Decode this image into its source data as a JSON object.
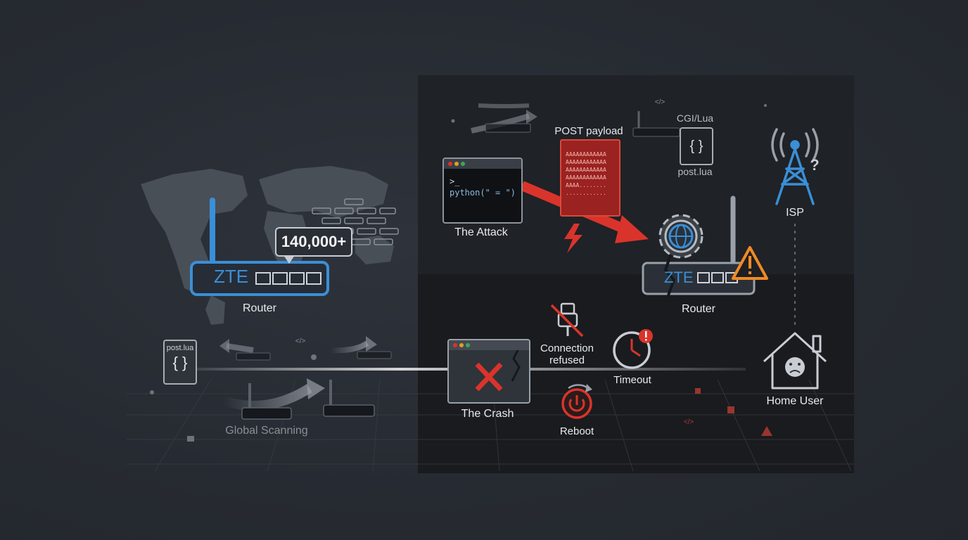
{
  "left": {
    "router_brand": "ZTE",
    "router_label": "Router",
    "count_badge": "140,000+",
    "file_name": "post.lua",
    "file_symbol": "{ }",
    "scanning_label": "Global Scanning",
    "code_glyph": "</>"
  },
  "attack": {
    "terminal_prompt": ">_",
    "terminal_code": "python(\" = \")",
    "label": "The Attack",
    "payload_label": "POST payload",
    "payload_text": "AAAAAAAAAAAA\nAAAAAAAAAAAA\nAAAAAAAAAAAA\nAAAAAAAAAAAA\nAAAA........\n............"
  },
  "target": {
    "cgi_label": "CGI/Lua",
    "file_symbol": "{ }",
    "file_name": "post.lua",
    "router_brand": "ZTE",
    "router_label": "Router",
    "code_glyph": "</>"
  },
  "isp": {
    "label": "ISP",
    "question": "?"
  },
  "effects": {
    "crash_label": "The Crash",
    "connection_label_1": "Connection",
    "connection_label_2": "refused",
    "timeout_label": "Timeout",
    "reboot_label": "Reboot",
    "home_label": "Home User"
  },
  "colors": {
    "accent_blue": "#3a8fd6",
    "alert_red": "#d9342b",
    "warning_orange": "#f08a24",
    "panel": "#1f2227"
  }
}
